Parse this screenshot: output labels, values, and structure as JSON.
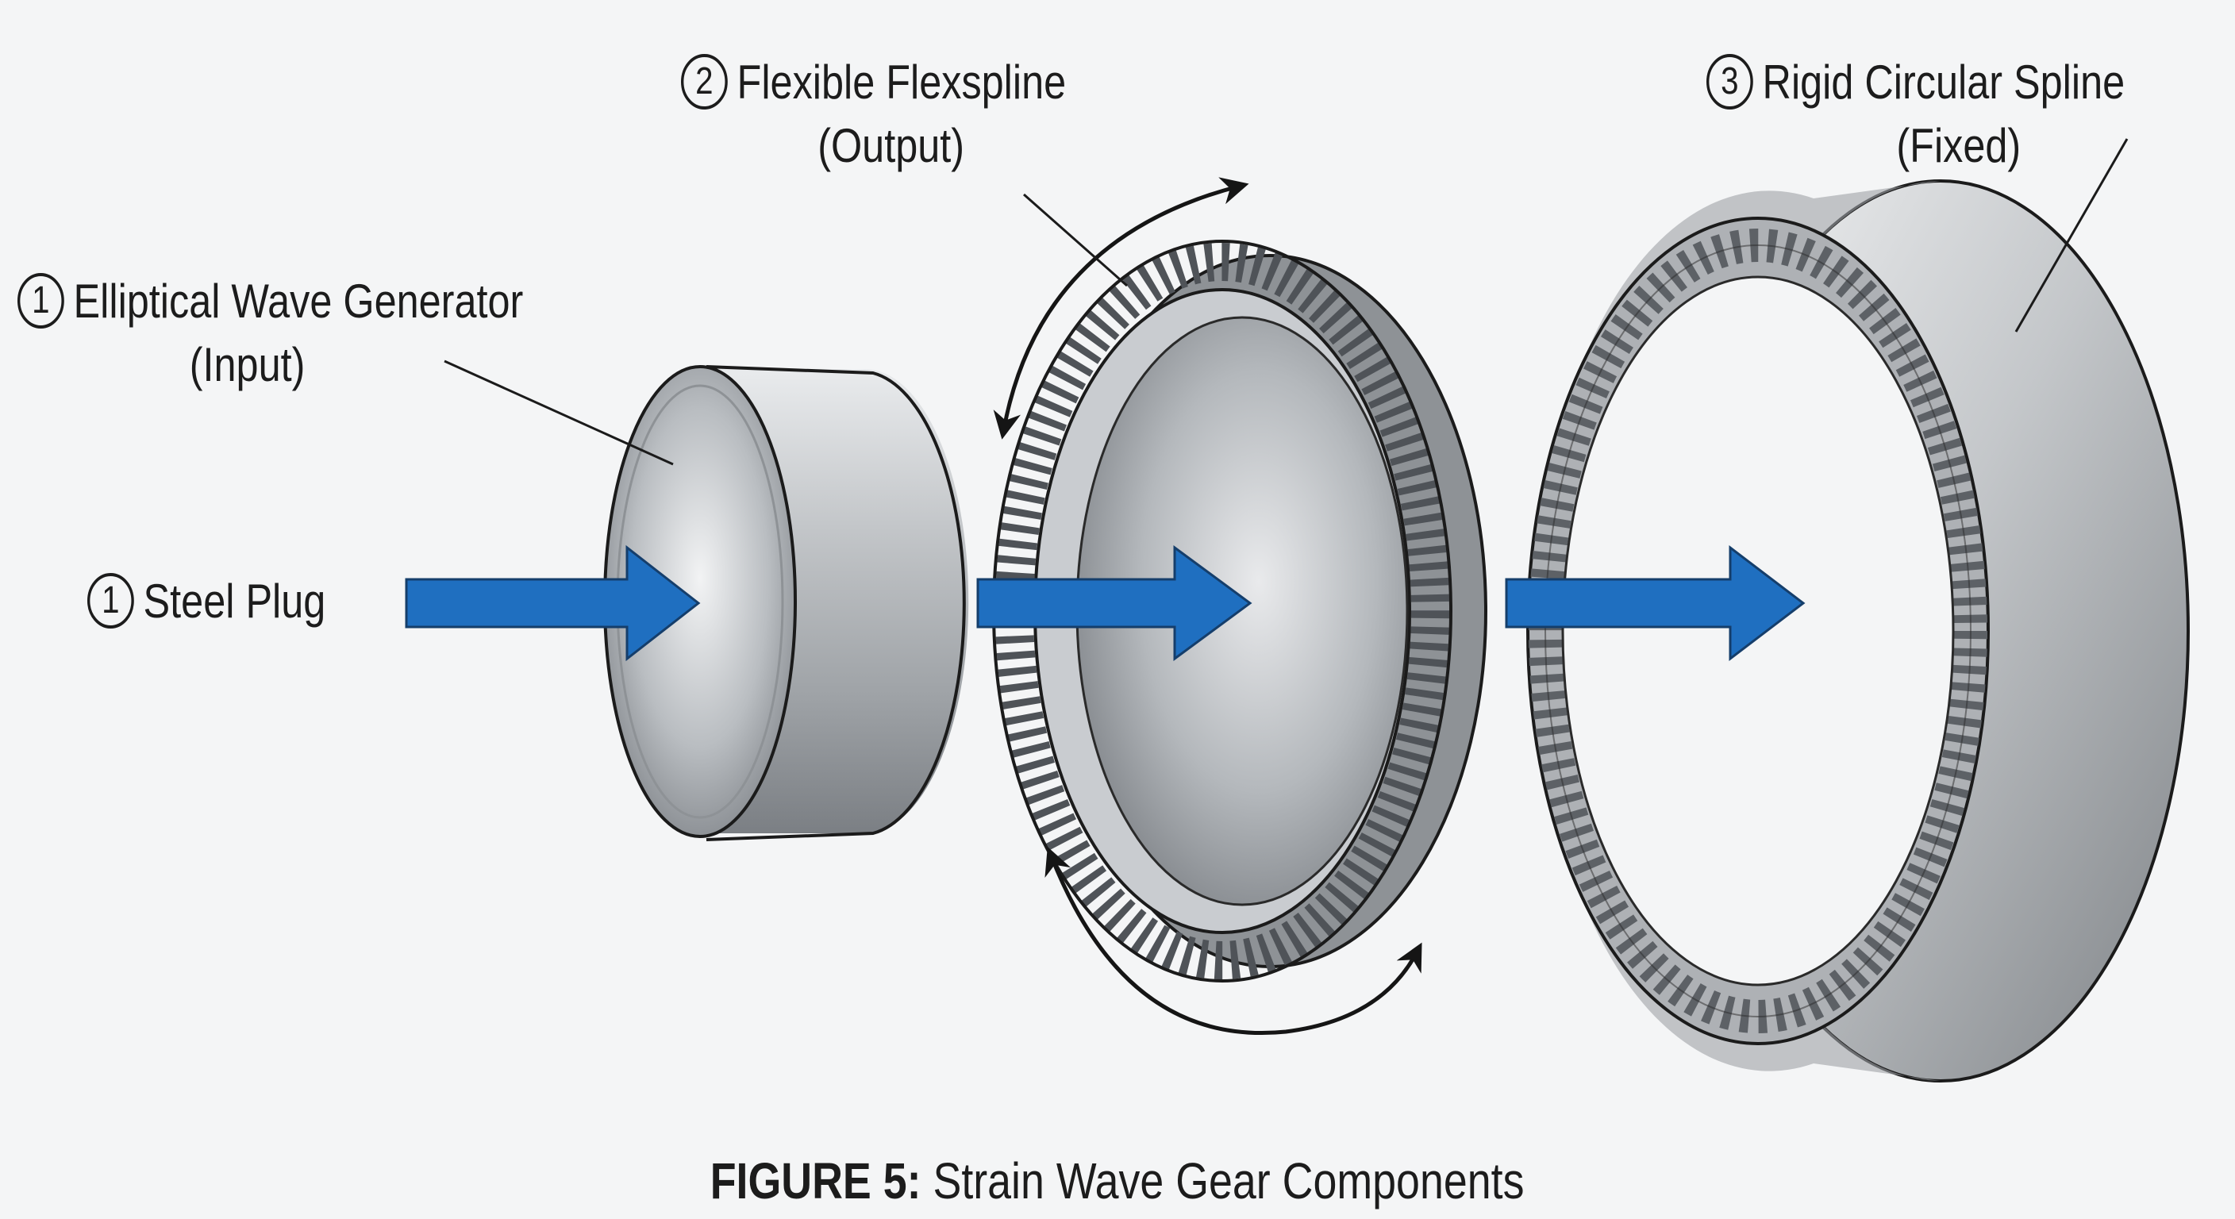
{
  "labels": {
    "wave_generator": {
      "number": "1",
      "title": "Elliptical Wave Generator",
      "subtitle": "(Input)"
    },
    "steel_plug": {
      "number": "1",
      "title": "Steel Plug"
    },
    "flexspline": {
      "number": "2",
      "title": "Flexible Flexspline",
      "subtitle": "(Output)"
    },
    "circular_spline": {
      "number": "3",
      "title": "Rigid Circular Spline",
      "subtitle": "(Fixed)"
    }
  },
  "caption": {
    "prefix": "FIGURE 5:",
    "text": "Strain Wave Gear Components"
  },
  "colors": {
    "background": "#f4f5f6",
    "arrow_blue": "#1f6fc0",
    "metal_light": "#e4e6e8",
    "metal_dark": "#7d8185",
    "teeth": "#5d6166",
    "outline": "#1b1b1b"
  },
  "icons": [
    "flow-arrow",
    "rotation-arrow",
    "callout-leader"
  ]
}
